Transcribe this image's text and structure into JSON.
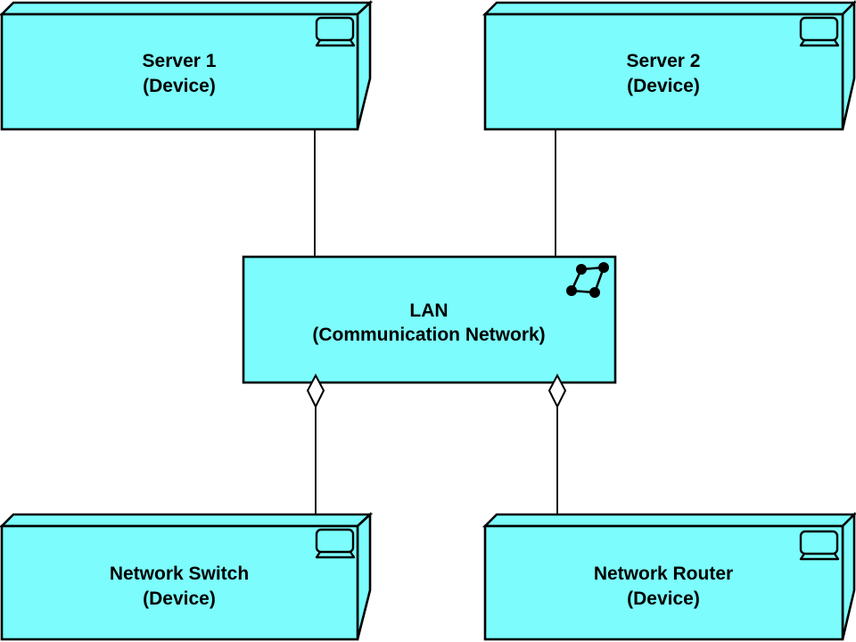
{
  "diagram": {
    "type": "archimate-deployment-view",
    "colors": {
      "node_fill": "#7CFCFC",
      "border": "#000000",
      "background": "#FFFFFF",
      "text": "#000000"
    },
    "nodes": [
      {
        "id": "server1",
        "name": "Server 1",
        "type_label": "(Device)",
        "element_type": "Device",
        "icon": "device-monitor-icon"
      },
      {
        "id": "server2",
        "name": "Server 2",
        "type_label": "(Device)",
        "element_type": "Device",
        "icon": "device-monitor-icon"
      },
      {
        "id": "lan",
        "name": "LAN",
        "type_label": "(Communication Network)",
        "element_type": "Communication Network",
        "icon": "communication-network-icon"
      },
      {
        "id": "network_switch",
        "name": "Network Switch",
        "type_label": "(Device)",
        "element_type": "Device",
        "icon": "device-monitor-icon"
      },
      {
        "id": "network_router",
        "name": "Network Router",
        "type_label": "(Device)",
        "element_type": "Device",
        "icon": "device-monitor-icon"
      }
    ],
    "relationships": [
      {
        "from": "server1",
        "to": "lan",
        "type": "association",
        "marker": "none"
      },
      {
        "from": "server2",
        "to": "lan",
        "type": "association",
        "marker": "none"
      },
      {
        "from": "lan",
        "to": "network_switch",
        "type": "aggregation",
        "marker": "open-diamond-at-lan-end"
      },
      {
        "from": "lan",
        "to": "network_router",
        "type": "aggregation",
        "marker": "open-diamond-at-lan-end"
      }
    ]
  }
}
